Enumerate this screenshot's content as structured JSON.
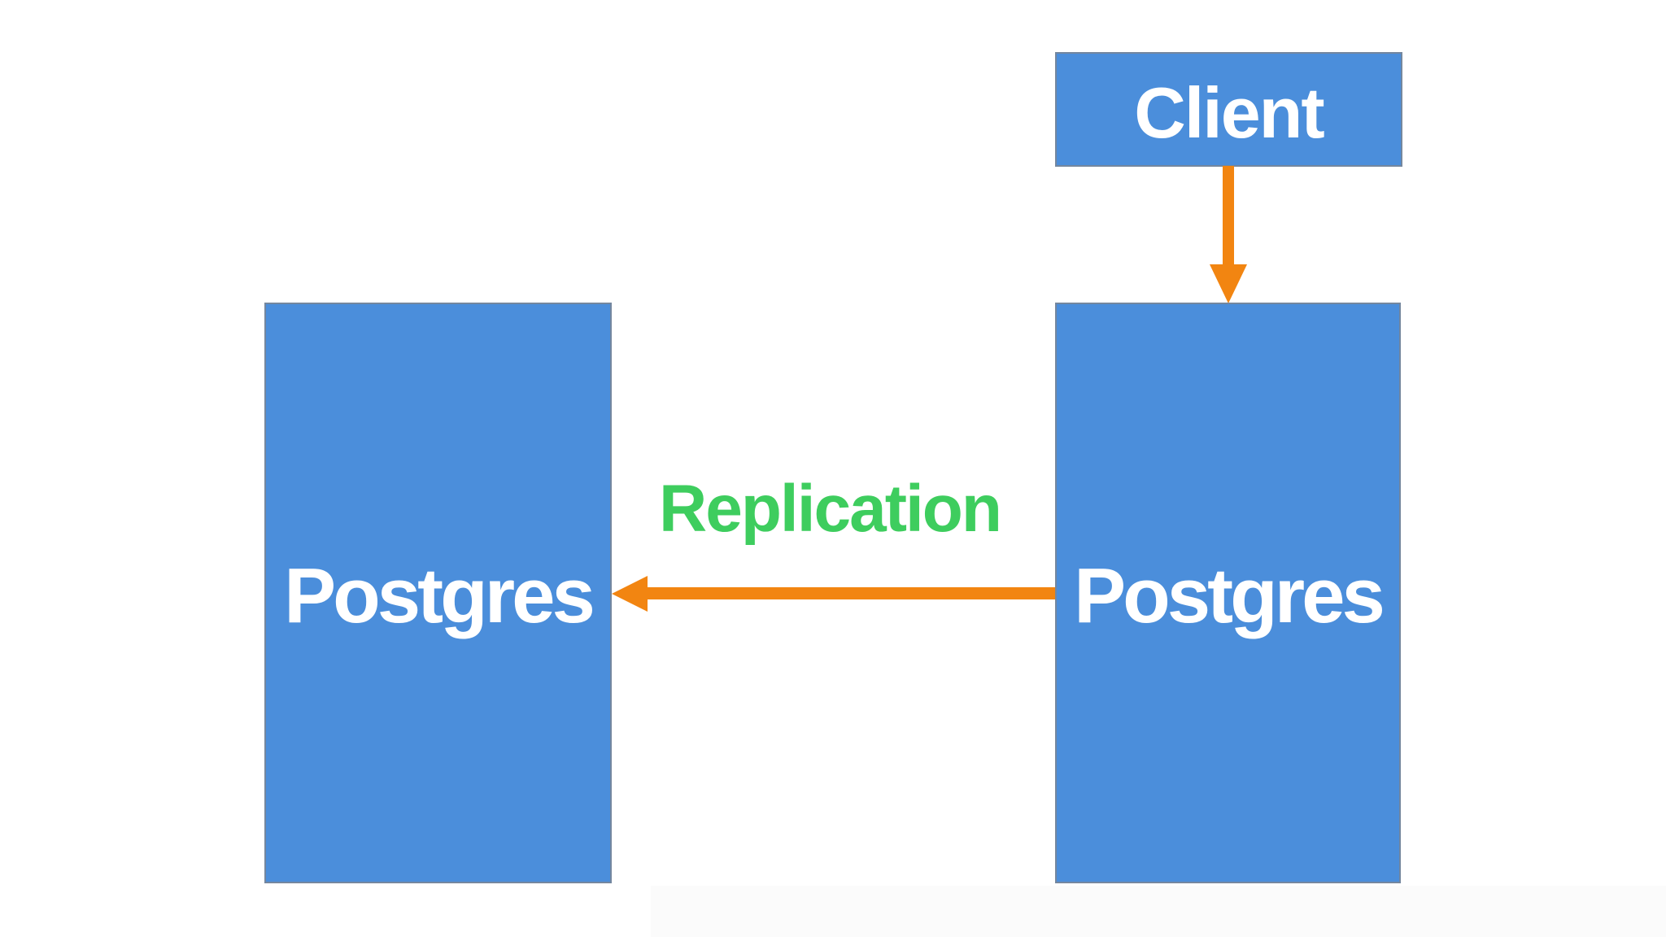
{
  "diagram": {
    "nodes": {
      "client": {
        "label": "Client"
      },
      "postgres_primary": {
        "label": "Postgres"
      },
      "postgres_replica": {
        "label": "Postgres"
      }
    },
    "edges": {
      "client_to_primary": {
        "from": "client",
        "to": "postgres_primary",
        "label": ""
      },
      "primary_to_replica": {
        "from": "postgres_primary",
        "to": "postgres_replica",
        "label": "Replication"
      }
    }
  },
  "colors": {
    "background": "#FFFFFF",
    "footer_strip": "#FBFBFB",
    "node_fill": "#4B8EDB",
    "node_border": "#74879F",
    "node_text": "#FFFFFF",
    "arrow": "#F28511",
    "replication_label": "#3ECD5E"
  }
}
